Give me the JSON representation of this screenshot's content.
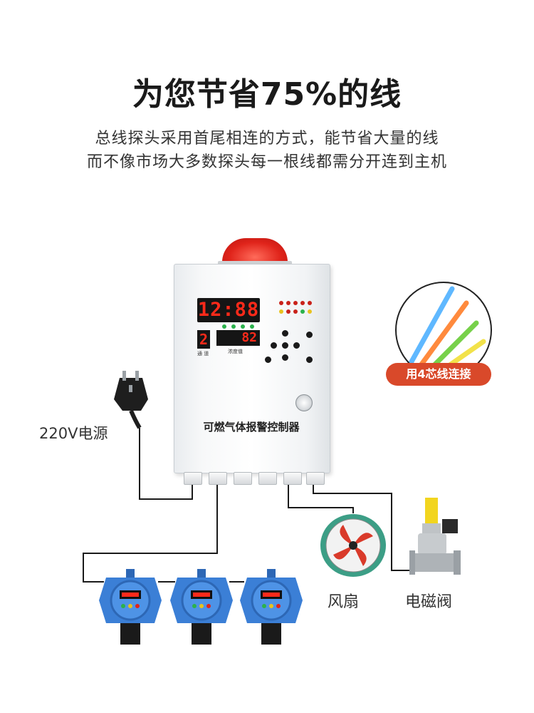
{
  "headline": "为您节省75%的线",
  "subtitle_line1": "总线探头采用首尾相连的方式，能节省大量的线",
  "subtitle_line2": "而不像市场大多数探头每一根线都需分开连到主机",
  "controller": {
    "clock_display": "12:88",
    "channel_display": "2",
    "concentration_display": "82",
    "channel_label": "通 道",
    "concentration_label": "浓度值",
    "title": "可燃气体报警控制器"
  },
  "callout_pill": "用4芯线连接",
  "labels": {
    "power": "220V电源",
    "fan": "风扇",
    "valve": "电磁阀"
  },
  "colors": {
    "accent_red": "#d9492a",
    "display_red": "#ff2a1a",
    "detector_blue": "#3b7fd6",
    "wire": "#1a1a1a"
  },
  "icons": [
    "power-plug-icon",
    "alarm-beacon-icon",
    "key-lock-icon",
    "wire-bundle-icon",
    "gas-detector-icon",
    "fan-icon",
    "solenoid-valve-icon"
  ]
}
